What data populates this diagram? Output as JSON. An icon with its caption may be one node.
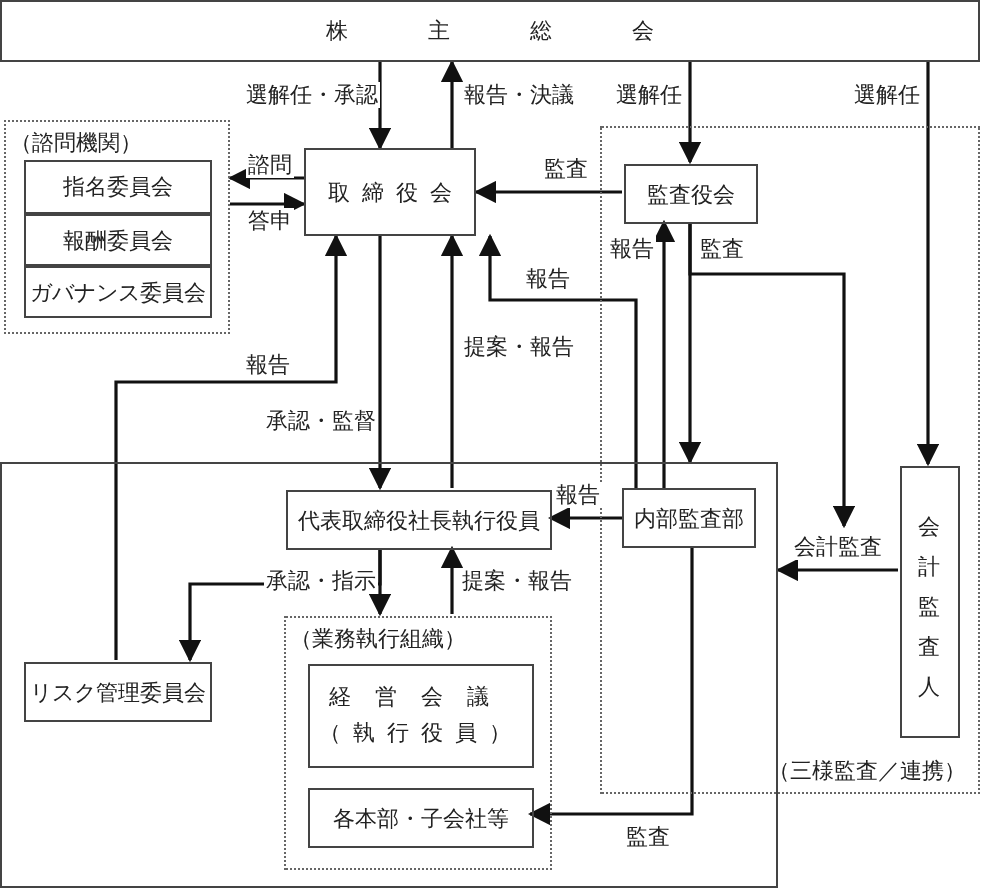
{
  "diagram": {
    "nodes": [
      {
        "text": [
          "株主総会"
        ]
      },
      {
        "text": [
          "（諮問機関）"
        ]
      },
      {
        "text": [
          "指名委員会"
        ],
        "in": 1
      },
      {
        "text": [
          "報酬委員会"
        ],
        "in": 1
      },
      {
        "text": [
          "ガバナンス委員会"
        ],
        "in": 1
      },
      {
        "text": [
          "取締役会"
        ]
      },
      {
        "text": [
          "（三様監査／連携）"
        ]
      },
      {
        "text": [
          "監査役会"
        ],
        "in": 6
      },
      {
        "text": [],
        "shape": "box"
      },
      {
        "text": [
          "代表取締役社長執行役員"
        ],
        "in": 8
      },
      {
        "text": [
          "内部監査部"
        ]
      },
      {
        "text": [
          "会計監査人"
        ],
        "in": 6
      },
      {
        "text": [
          "リスク管理委員会"
        ],
        "in": 8
      },
      {
        "text": [
          "（業務執行組織）"
        ],
        "in": 8
      },
      {
        "text": [
          "経営会議",
          "（執行役員）"
        ],
        "in": 13
      },
      {
        "text": [
          "各本部・子会社等"
        ],
        "in": 13
      }
    ],
    "edges": [
      {
        "from": 0,
        "to": 5,
        "arrow": "to",
        "label": "選解任・承認"
      },
      {
        "from": 5,
        "to": 0,
        "arrow": "to",
        "label": "報告・決議"
      },
      {
        "from": 0,
        "to": 7,
        "arrow": "to",
        "label": "選解任"
      },
      {
        "from": 0,
        "to": 11,
        "arrow": "to",
        "label": "選解任"
      },
      {
        "from": 5,
        "to": 1,
        "arrow": "to",
        "label": "諮問"
      },
      {
        "from": 1,
        "to": 5,
        "arrow": "to",
        "label": "答申"
      },
      {
        "from": 7,
        "to": 5,
        "arrow": "to",
        "label": "監査"
      },
      {
        "from": 10,
        "to": 7,
        "arrow": "to",
        "label": "報告"
      },
      {
        "from": 7,
        "to": 8,
        "arrow": "to",
        "label": "監査"
      },
      {
        "from": 7,
        "to": null,
        "arrow": "to"
      },
      {
        "from": 10,
        "to": 5,
        "arrow": "to",
        "label": "報告"
      },
      {
        "from": 5,
        "to": 9,
        "arrow": "to",
        "label": "承認・監督"
      },
      {
        "from": 9,
        "to": 5,
        "arrow": "to",
        "label": "提案・報告"
      },
      {
        "from": 12,
        "to": 5,
        "arrow": "to",
        "label": "報告"
      },
      {
        "from": 10,
        "to": 9,
        "arrow": "to",
        "label": "報告"
      },
      {
        "from": 11,
        "to": 8,
        "arrow": "to",
        "label": "会計監査"
      },
      {
        "from": 9,
        "to": 13,
        "arrow": "to",
        "label": "承認・指示"
      },
      {
        "from": 9,
        "to": 12,
        "arrow": "to"
      },
      {
        "from": 13,
        "to": 9,
        "arrow": "to",
        "label": "提案・報告"
      },
      {
        "from": 10,
        "to": 15,
        "arrow": "to",
        "label": "監査"
      }
    ]
  }
}
